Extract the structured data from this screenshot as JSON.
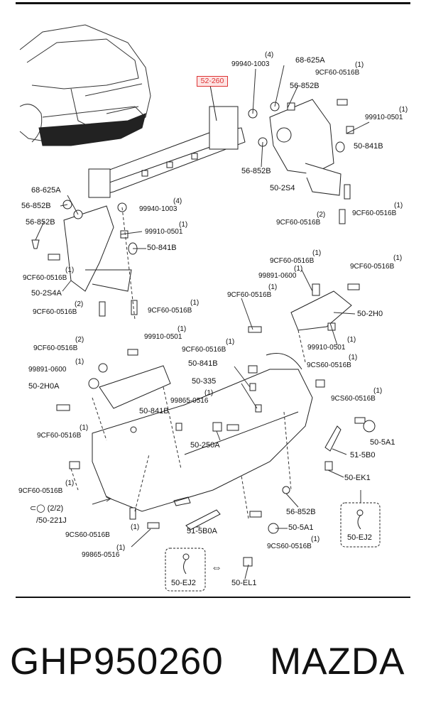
{
  "footer": {
    "part_number": "GHP950260",
    "brand": "MAZDA"
  },
  "colors": {
    "highlight_text": "#d33333",
    "highlight_fill": "#fde4e4",
    "line": "#111111"
  },
  "labels": {
    "highlight": "52-260",
    "l_99940_top_qty": "(4)",
    "l_99940_top": "99940-1003",
    "l_68625a_top": "68-625A",
    "l_9cf60_top_qty": "(1)",
    "l_9cf60_top": "9CF60-0516B",
    "l_56852b_top": "56-852B",
    "l_99910_top_qty": "(1)",
    "l_99910_top": "99910-0501",
    "l_50841b_top": "50-841B",
    "l_56852b_mid": "56-852B",
    "l_502s4": "50-2S4",
    "l_9cf60_r_qty": "(1)",
    "l_9cf60_r": "9CF60-0516B",
    "l_9cf60_c_qty": "(2)",
    "l_9cf60_c": "9CF60-0516B",
    "l_68625a_left": "68-625A",
    "l_56852b_left1": "56-852B",
    "l_99940_mid_qty": "(4)",
    "l_99940_mid": "99940-1003",
    "l_56852b_left2": "56-852B",
    "l_99910_mid_qty": "(1)",
    "l_99910_mid": "99910-0501",
    "l_50841b_mid": "50-841B",
    "l_9cf60_l_qty": "(1)",
    "l_9cf60_l": "9CF60-0516B",
    "l_502s4a": "50-2S4A",
    "l_9cf60_l2_qty": "(2)",
    "l_9cf60_l2": "9CF60-0516B",
    "l_9cf60_l3_qty": "(1)",
    "l_9cf60_l3": "9CF60-0516B",
    "l_9cf60_r1_qty": "(1)",
    "l_9cf60_r1": "9CF60-0516B",
    "l_99891_r_qty": "(1)",
    "l_99891_r": "99891-0600",
    "l_9cf60_r2_qty": "(1)",
    "l_9cf60_r2": "9CF60-0516B",
    "l_9cf60_r3_qty": "(1)",
    "l_9cf60_r3": "9CF60-0516B",
    "l_502h0": "50-2H0",
    "l_99910_r_qty": "(1)",
    "l_99910_r": "99910-0501",
    "l_9cf60_a_qty": "(2)",
    "l_9cf60_a": "9CF60-0516B",
    "l_99910_a_qty": "(1)",
    "l_99910_a": "99910-0501",
    "l_99891_a_qty": "(1)",
    "l_99891_a": "99891-0600",
    "l_502h0a": "50-2H0A",
    "l_9cf60_b_qty": "(1)",
    "l_9cf60_b": "9CF60-0516B",
    "l_50841b_c": "50-841B",
    "l_50841b_d": "50-841B",
    "l_9cs60_r_qty": "(1)",
    "l_9cs60_r": "9CS60-0516B",
    "l_50335": "50-335",
    "l_99865_c_qty": "(1)",
    "l_99865_c": "99865-0516",
    "l_9cs60_r2_qty": "(1)",
    "l_9cs60_r2": "9CS60-0516B",
    "l_505a1_r": "50-5A1",
    "l_515b0": "51-5B0",
    "l_50250a": "50-250A",
    "l_9cf60_e_qty": "(1)",
    "l_9cf60_e": "9CF60-0516B",
    "l_50ek1": "50-EK1",
    "l_22": "(2/2)",
    "l_50221j": "/50-221J",
    "l_56852b_b": "56-852B",
    "l_9cs60_b_qty": "(1)",
    "l_9cs60_b": "9CS60-0516B",
    "l_505a1_b": "50-5A1",
    "l_515b0a": "51-5B0A",
    "l_99865_b_qty": "(1)",
    "l_99865_b": "99865-0516",
    "l_9cs60_b2_qty": "(1)",
    "l_9cs60_b2": "9CS60-0516B",
    "l_50ej2_r": "50-EJ2",
    "l_50ej2_l": "50-EJ2",
    "l_50el1": "50-EL1"
  }
}
